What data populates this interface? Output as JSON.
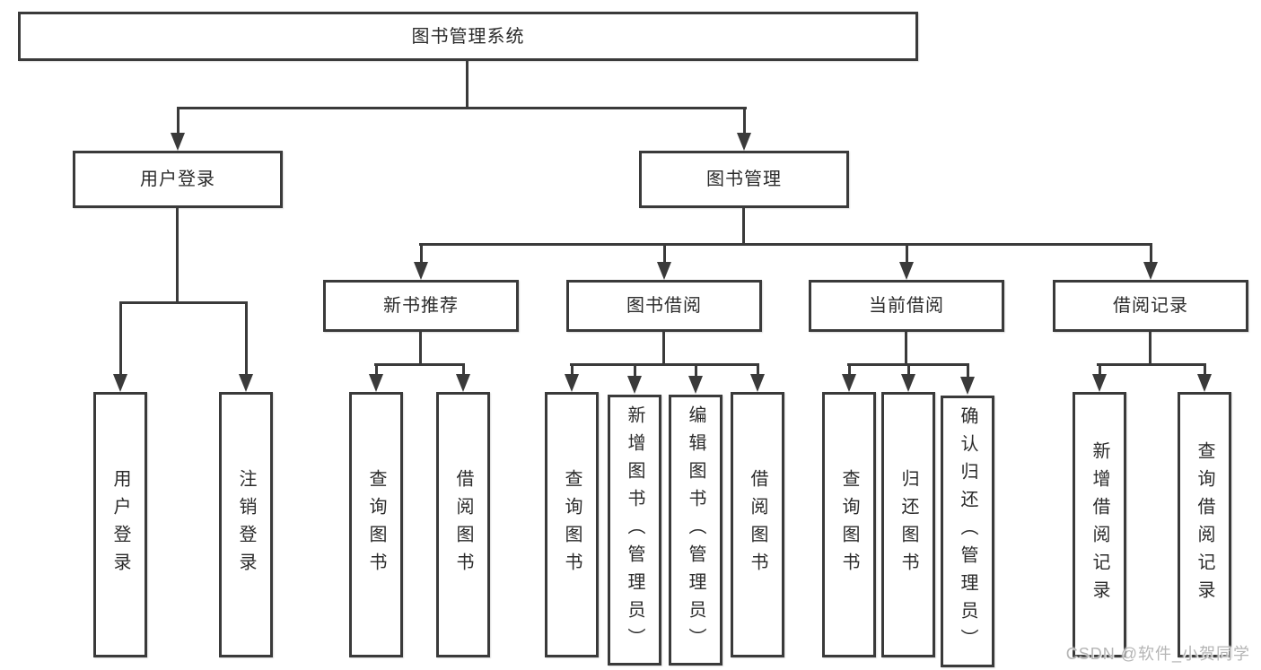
{
  "tree": {
    "root": {
      "label": "图书管理系统",
      "children": [
        {
          "label": "用户登录",
          "children": [
            {
              "label": "用户登录"
            },
            {
              "label": "注销登录"
            }
          ]
        },
        {
          "label": "图书管理",
          "children": [
            {
              "label": "新书推荐",
              "children": [
                {
                  "label": "查询图书"
                },
                {
                  "label": "借阅图书"
                }
              ]
            },
            {
              "label": "图书借阅",
              "children": [
                {
                  "label": "查询图书"
                },
                {
                  "label": "新增图书（管理员）"
                },
                {
                  "label": "编辑图书（管理员）"
                },
                {
                  "label": "借阅图书"
                }
              ]
            },
            {
              "label": "当前借阅",
              "children": [
                {
                  "label": "查询图书"
                },
                {
                  "label": "归还图书"
                },
                {
                  "label": "确认归还（管理员）"
                }
              ]
            },
            {
              "label": "借阅记录",
              "children": [
                {
                  "label": "新增借阅记录"
                },
                {
                  "label": "查询借阅记录"
                }
              ]
            }
          ]
        }
      ]
    }
  },
  "watermark": {
    "text": "CSDN @软件_小贺同学"
  },
  "colors": {
    "line": "#3a3a3a",
    "text": "#2b2b2b",
    "watermark": "#b5b5b5",
    "background": "#ffffff"
  }
}
